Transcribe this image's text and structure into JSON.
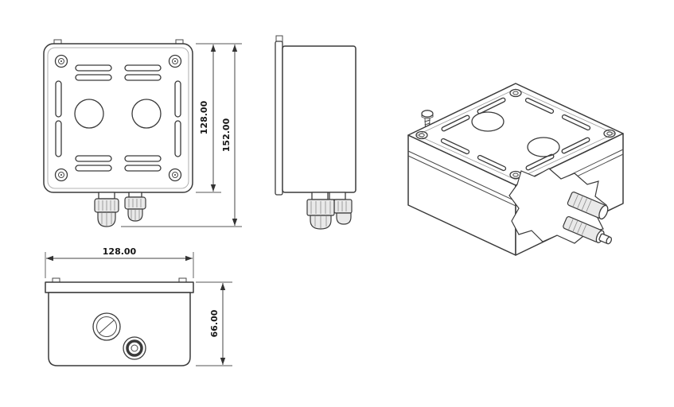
{
  "drawing": {
    "type": "technical-drawing-junction-box",
    "background": "#ffffff",
    "line_color": "#3a3a3a",
    "dimensions": {
      "front_height": "128.00",
      "front_overall_height": "152.00",
      "bottom_width": "128.00",
      "bottom_depth": "66.00"
    }
  }
}
